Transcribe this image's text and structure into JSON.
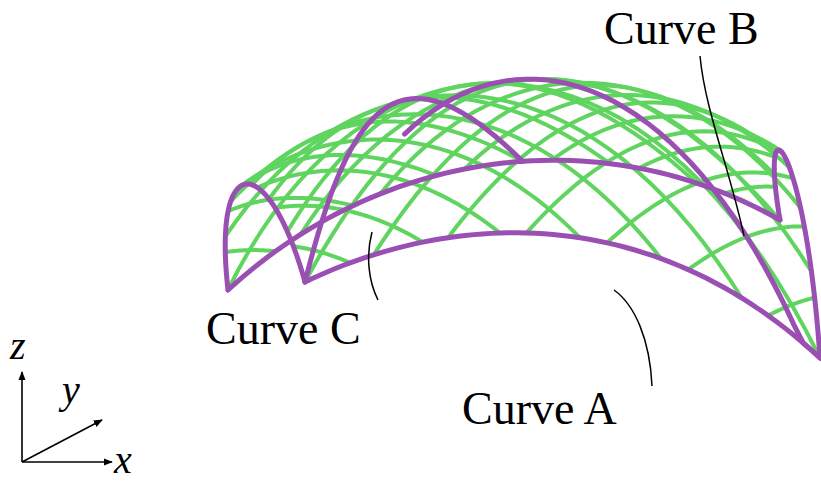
{
  "diagram": {
    "labels": [
      "Curve B",
      "Curve C",
      "Curve A",
      "z",
      "y",
      "x"
    ]
  }
}
